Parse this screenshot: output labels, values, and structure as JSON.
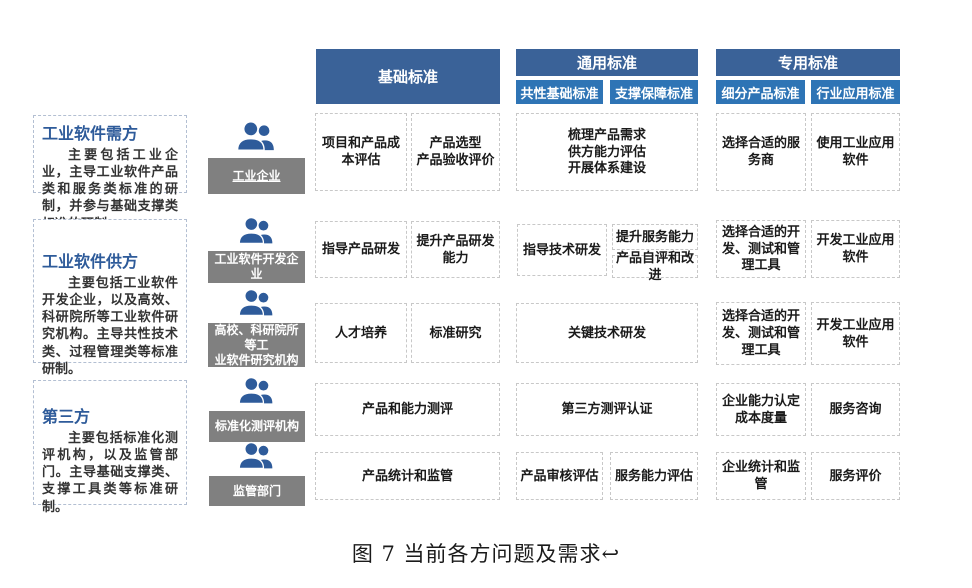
{
  "colors": {
    "header_blue": "#3A6298",
    "subheader_blue": "#2E74B5",
    "actor_gray": "#808080",
    "icon_blue": "#2E5B9A",
    "role_title_blue": "#2E5B9A"
  },
  "header": {
    "base": "基础标准",
    "general": "通用标准",
    "general_sub1": "共性基础标准",
    "general_sub2": "支撑保障标准",
    "special": "专用标准",
    "special_sub1": "细分产品标准",
    "special_sub2": "行业应用标准"
  },
  "roles": {
    "demand": {
      "title": "工业软件需方",
      "desc": "主要包括工业企业，主导工业软件产品类和服务类标准的研制，并参与基础支撑类标准的研制。"
    },
    "supply": {
      "title": "工业软件供方",
      "desc": "主要包括工业软件开发企业，以及高效、科研院所等工业软件研究机构。主导共性技术类、过程管理类等标准研制。"
    },
    "third_party": {
      "title": "第三方",
      "desc": "主要包括标准化测评机构，以及监管部门。主导基础支撑类、支撑工具类等标准研制。"
    }
  },
  "actors": {
    "industrial_enterprise": "工业企业",
    "software_developer": "工业软件开发企业",
    "research_institute": "高校、科研院所等工\n业软件研究机构",
    "testing_agency": "标准化测评机构",
    "regulator": "监管部门"
  },
  "matrix": {
    "row1": {
      "base1": "项目和产品成\n本评估",
      "base2": "产品选型\n产品验收评价",
      "general": "梳理产品需求\n供方能力评估\n开展体系建设",
      "special1": "选择合适的服\n务商",
      "special2": "使用工业应用\n软件"
    },
    "row2": {
      "base1": "指导产品研发",
      "base2": "提升产品研发\n能力",
      "general1": "指导技术研发",
      "general2a": "提升服务能力",
      "general2b": "产品自评和改进",
      "special1": "选择合适的开\n发、测试和管\n理工具",
      "special2": "开发工业应用\n软件"
    },
    "row3": {
      "base1": "人才培养",
      "base2": "标准研究",
      "general": "关键技术研发",
      "special1": "选择合适的开\n发、测试和管\n理工具",
      "special2": "开发工业应用\n软件"
    },
    "row4": {
      "base": "产品和能力测评",
      "general": "第三方测评认证",
      "special1": "企业能力认定\n成本度量",
      "special2": "服务咨询"
    },
    "row5": {
      "base": "产品统计和监管",
      "general1": "产品审核评估",
      "general2": "服务能力评估",
      "special1": "企业统计和监\n管",
      "special2": "服务评价"
    }
  },
  "caption": "图 7 当前各方问题及需求↩"
}
